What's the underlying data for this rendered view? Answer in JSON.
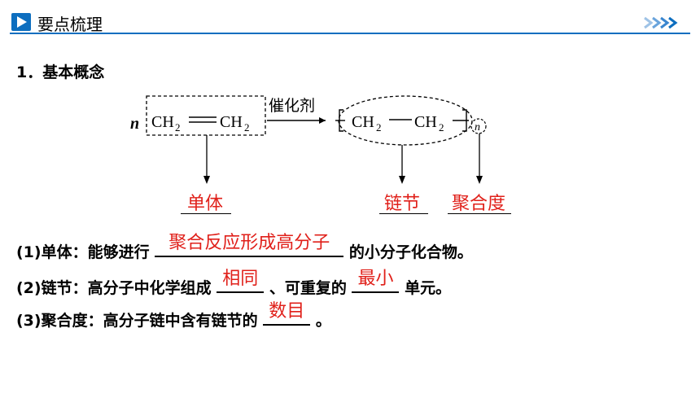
{
  "header": {
    "title": "要点梳理",
    "accent_color": "#0d6ebf",
    "icon": "play-triangle-icon",
    "right_icon": "double-chevron-right-icon"
  },
  "section_title": "1．基本概念",
  "diagram": {
    "n_left": "n",
    "ch2_a": "CH",
    "ch2_b": "CH",
    "ch2_c": "CH",
    "ch2_d": "CH",
    "sub": "2",
    "double_bond": "═",
    "single_bond": "—",
    "catalyst": "催化剂",
    "n_right": "n",
    "colors": {
      "answer": "#e0201a"
    }
  },
  "answers": {
    "monomer": "单体",
    "chain_unit": "链节",
    "degree": "聚合度"
  },
  "lines": [
    {
      "before": "(1)单体：能够进行",
      "fill": "聚合反应形成高分子",
      "after": "的小分子化合物。"
    },
    {
      "before": "(2)链节：高分子中化学组成",
      "fill": "相同",
      "middle": "、可重复的",
      "fill2": "最小",
      "after": "单元。"
    },
    {
      "before": "(3)聚合度：高分子链中含有链节的",
      "fill": "数目",
      "after": "。"
    }
  ]
}
